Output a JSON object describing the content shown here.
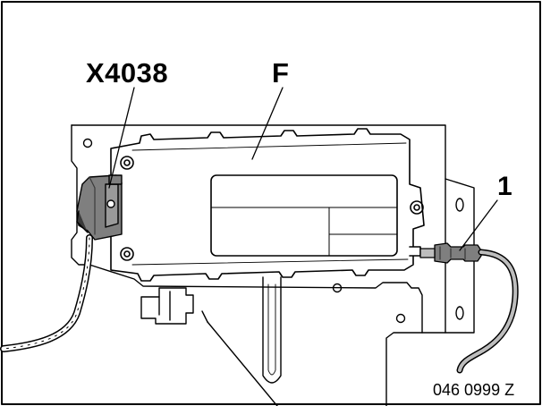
{
  "callouts": {
    "connector": "X4038",
    "module": "F",
    "antenna_plug": "1"
  },
  "figure_number": "046 0999 Z",
  "colors": {
    "line": "#000000",
    "background": "#ffffff",
    "connector_fill": "#7f7f7f",
    "connector_dark": "#3a3a3a"
  }
}
